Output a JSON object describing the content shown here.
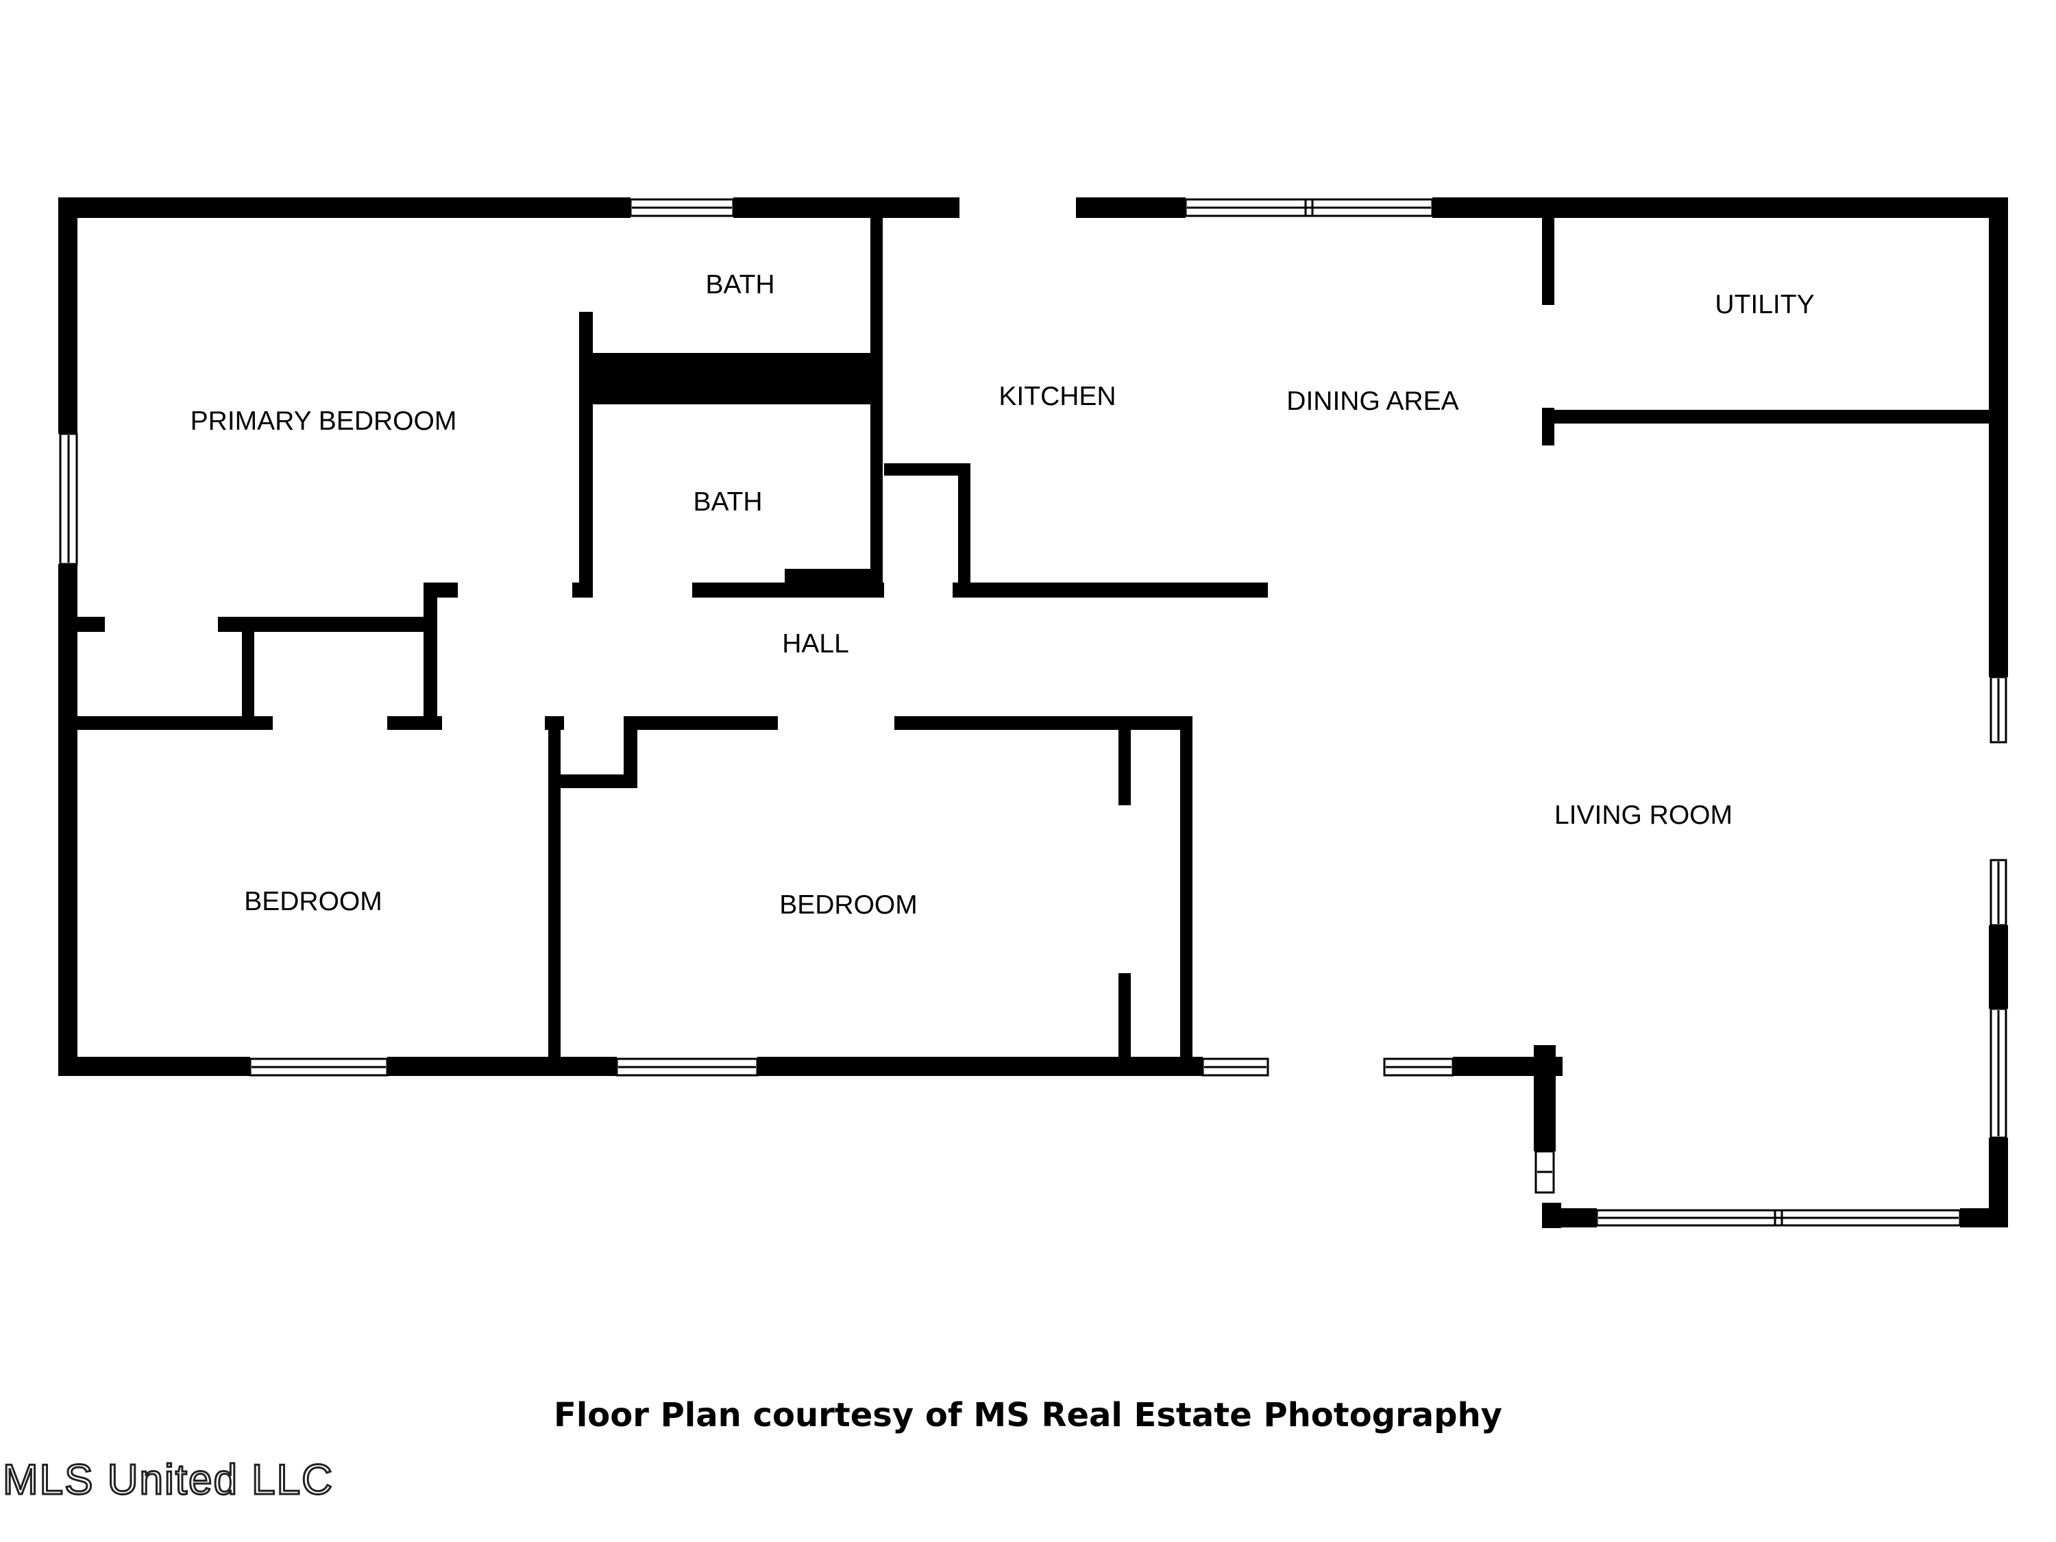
{
  "colors": {
    "wall": "#000000",
    "background": "#ffffff",
    "window_frame": "#000000"
  },
  "rooms": {
    "primary_bedroom": "PRIMARY BEDROOM",
    "bath_upper": "BATH",
    "bath_lower": "BATH",
    "kitchen": "KITCHEN",
    "dining_area": "DINING AREA",
    "utility": "UTILITY",
    "hall": "HALL",
    "bedroom_left": "BEDROOM",
    "bedroom_center": "BEDROOM",
    "living_room": "LIVING ROOM"
  },
  "caption": "Floor Plan courtesy of MS Real Estate Photography",
  "watermark": "MLS United LLC"
}
